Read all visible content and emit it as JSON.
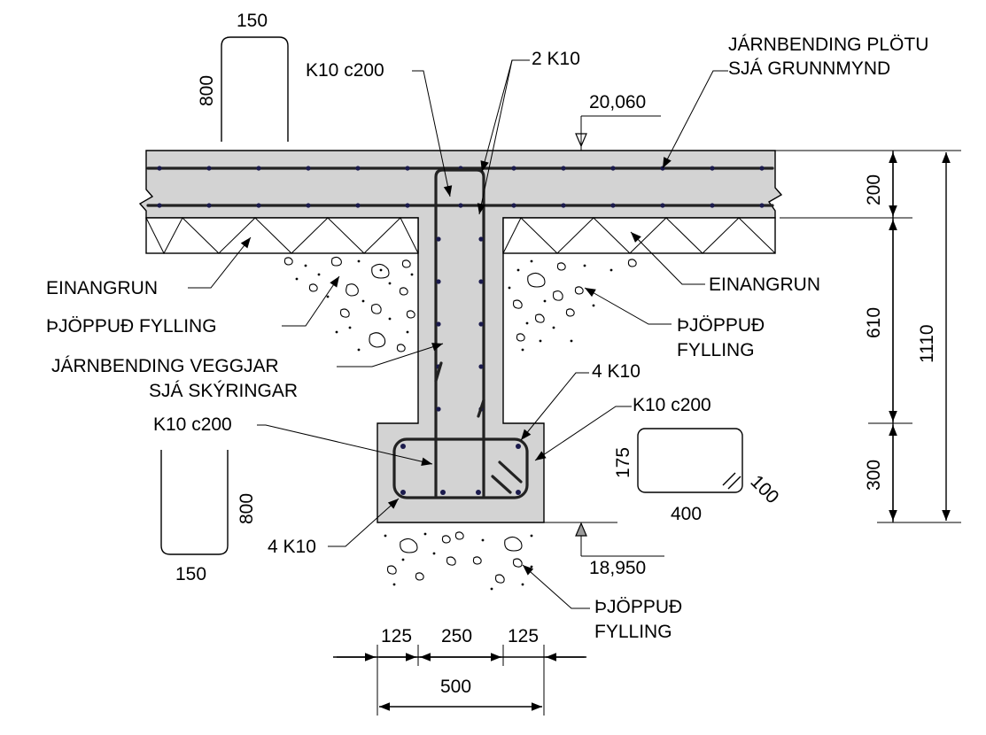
{
  "labels": {
    "slab_rebar_1": "JÁRNBENDING PLÖTU",
    "slab_rebar_2": "SJÁ GRUNNMYND",
    "k10c200_top": "K10 c200",
    "two_k10": "2 K10",
    "level_top": "20,060",
    "einangrun_left": "EINANGRUN",
    "einangrun_right": "EINANGRUN",
    "fill_left": "ÞJÖPPUÐ FYLLING",
    "fill_right_1": "ÞJÖPPUÐ",
    "fill_right_2": "FYLLING",
    "wall_rebar_1": "JÁRNBENDING VEGGJAR",
    "wall_rebar_2": "SJÁ SKÝRINGAR",
    "four_k10_upper": "4 K10",
    "k10c200_stirrup": "K10 c200",
    "k10c200_left": "K10 c200",
    "four_k10_lower": "4 K10",
    "level_bottom": "18,950",
    "fill_bottom_1": "ÞJÖPPUÐ",
    "fill_bottom_2": "FYLLING"
  },
  "top_hook_detail": {
    "width": "150",
    "height": "800"
  },
  "bottom_hook_detail": {
    "width": "150",
    "height": "800"
  },
  "stirrup_detail": {
    "width": "400",
    "height": "175",
    "hook": "100"
  },
  "dimensions_right": {
    "slab": "200",
    "wall": "610",
    "footing": "300",
    "total": "1110"
  },
  "dimensions_bottom": {
    "left": "125",
    "middle": "250",
    "right": "125",
    "total": "500"
  }
}
